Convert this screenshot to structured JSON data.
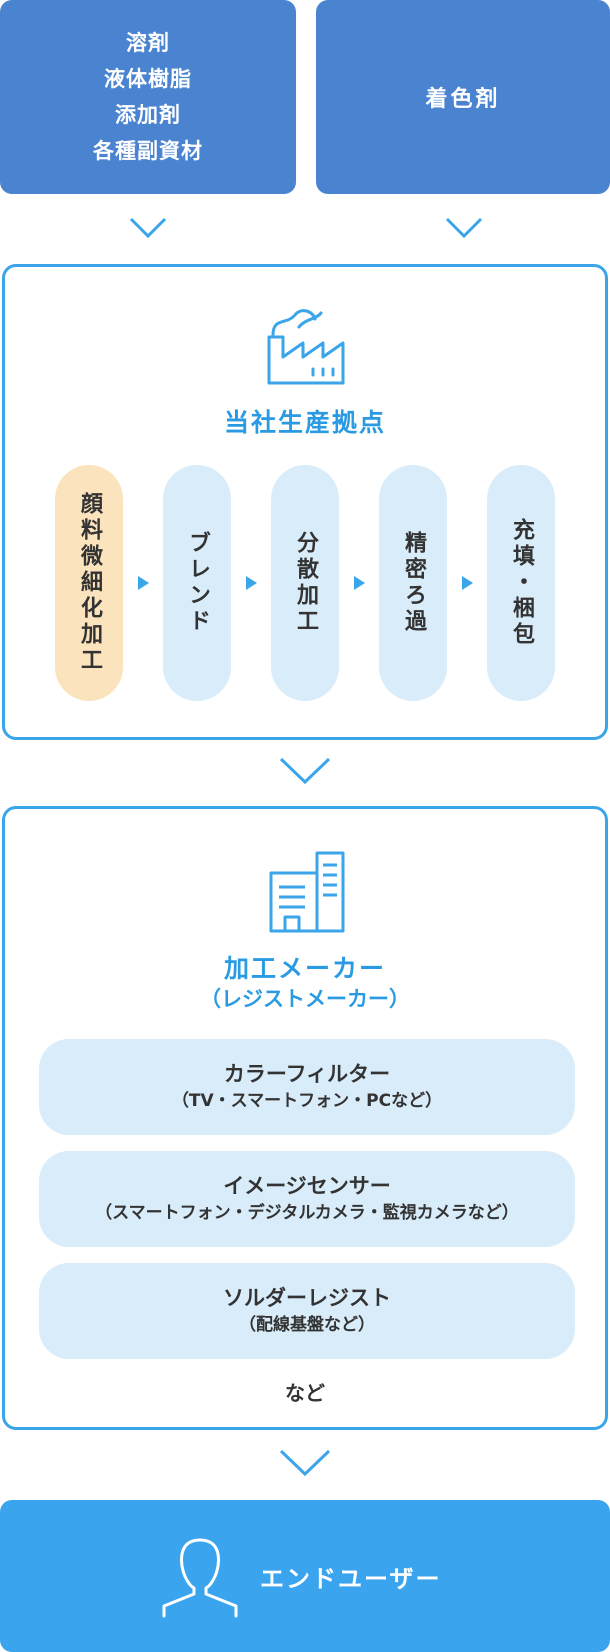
{
  "inputs": {
    "materials": [
      "溶剤",
      "液体樹脂",
      "添加剤",
      "各種副資材"
    ],
    "colorant": "着色剤"
  },
  "production": {
    "title": "当社生産拠点",
    "steps": [
      "顔料微細化加工",
      "ブレンド",
      "分散加工",
      "精密ろ過",
      "充填・梱包"
    ]
  },
  "processor": {
    "title": "加工メーカー",
    "subtitle": "（レジストメーカー）",
    "applications": [
      {
        "title": "カラーフィルター",
        "sub": "（TV・スマートフォン・PCなど）"
      },
      {
        "title": "イメージセンサー",
        "sub": "（スマートフォン・デジタルカメラ・監視カメラなど）"
      },
      {
        "title": "ソルダーレジスト",
        "sub": "（配線基盤など）"
      }
    ],
    "etc": "など"
  },
  "end_user": {
    "label": "エンドユーザー"
  },
  "colors": {
    "top_box": "#4a83cf",
    "accent": "#3ba5ea",
    "pill_blue": "#d9ecf9",
    "pill_orange": "#fbe3bd",
    "end_bar": "#3aa4ee"
  },
  "icons": [
    "factory-icon",
    "building-icon",
    "user-icon",
    "chevron-down-icon",
    "triangle-right-icon"
  ]
}
